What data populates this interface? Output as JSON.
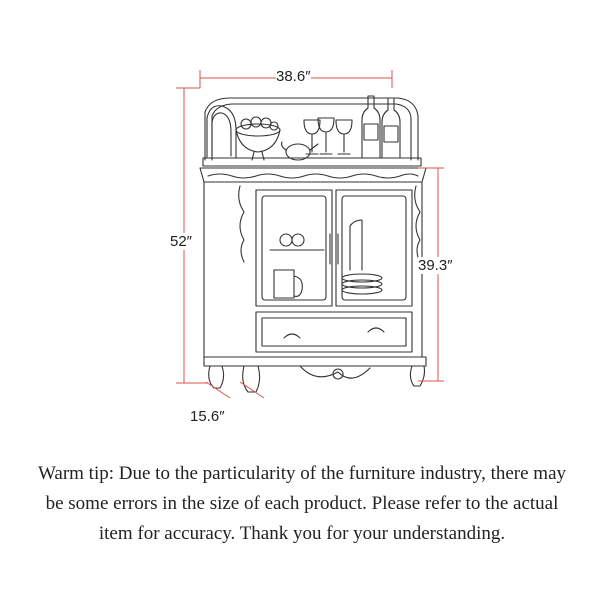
{
  "dimensions": {
    "width": "38.6″",
    "height": "52″",
    "door_height": "39.3″",
    "depth": "15.6″"
  },
  "dimension_line_color": "#d9534f",
  "warm_tip": "Warm tip: Due to the particularity of the furniture industry, there may be some errors in the size of each product. Please refer to the actual item for accuracy. Thank you for your understanding."
}
